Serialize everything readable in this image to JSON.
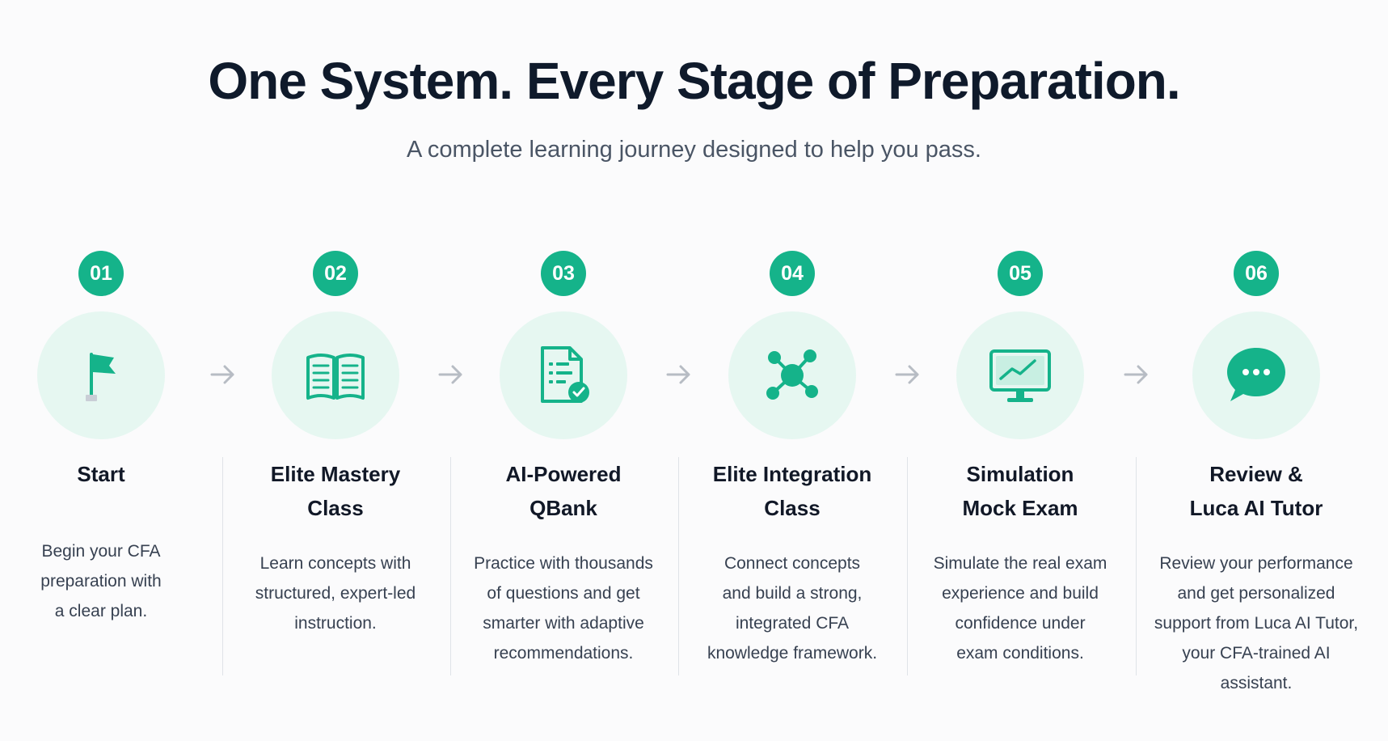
{
  "header": {
    "title": "One System. Every Stage of Preparation.",
    "subtitle": "A complete learning journey designed to help you pass."
  },
  "colors": {
    "accent": "#15b38a",
    "icon_bg": "#e6f7f1",
    "title": "#0f1a2b",
    "text": "#374151"
  },
  "steps": [
    {
      "number": "01",
      "icon": "flag-icon",
      "title_lines": [
        "Start",
        ""
      ],
      "desc_lines": [
        "Begin your CFA",
        "preparation with",
        "a clear plan.",
        "",
        ""
      ]
    },
    {
      "number": "02",
      "icon": "open-book-icon",
      "title_lines": [
        "Elite Mastery",
        "Class"
      ],
      "desc_lines": [
        "Learn concepts with",
        "structured, expert-led",
        "instruction.",
        "",
        ""
      ]
    },
    {
      "number": "03",
      "icon": "document-check-icon",
      "title_lines": [
        "AI-Powered",
        "QBank"
      ],
      "desc_lines": [
        "Practice with thousands",
        "of questions and get",
        "smarter with adaptive",
        "recommendations.",
        ""
      ]
    },
    {
      "number": "04",
      "icon": "network-icon",
      "title_lines": [
        "Elite Integration",
        "Class"
      ],
      "desc_lines": [
        "Connect concepts",
        "and build a strong,",
        "integrated CFA",
        "knowledge framework.",
        ""
      ]
    },
    {
      "number": "05",
      "icon": "monitor-chart-icon",
      "title_lines": [
        "Simulation",
        "Mock Exam"
      ],
      "desc_lines": [
        "Simulate the real exam",
        "experience and build",
        "confidence under",
        "exam conditions.",
        ""
      ]
    },
    {
      "number": "06",
      "icon": "chat-bubble-icon",
      "title_lines": [
        "Review &",
        "Luca AI Tutor"
      ],
      "desc_lines": [
        "Review your performance",
        "and get personalized",
        "support from Luca AI Tutor,",
        "your CFA-trained AI",
        "assistant."
      ]
    }
  ]
}
